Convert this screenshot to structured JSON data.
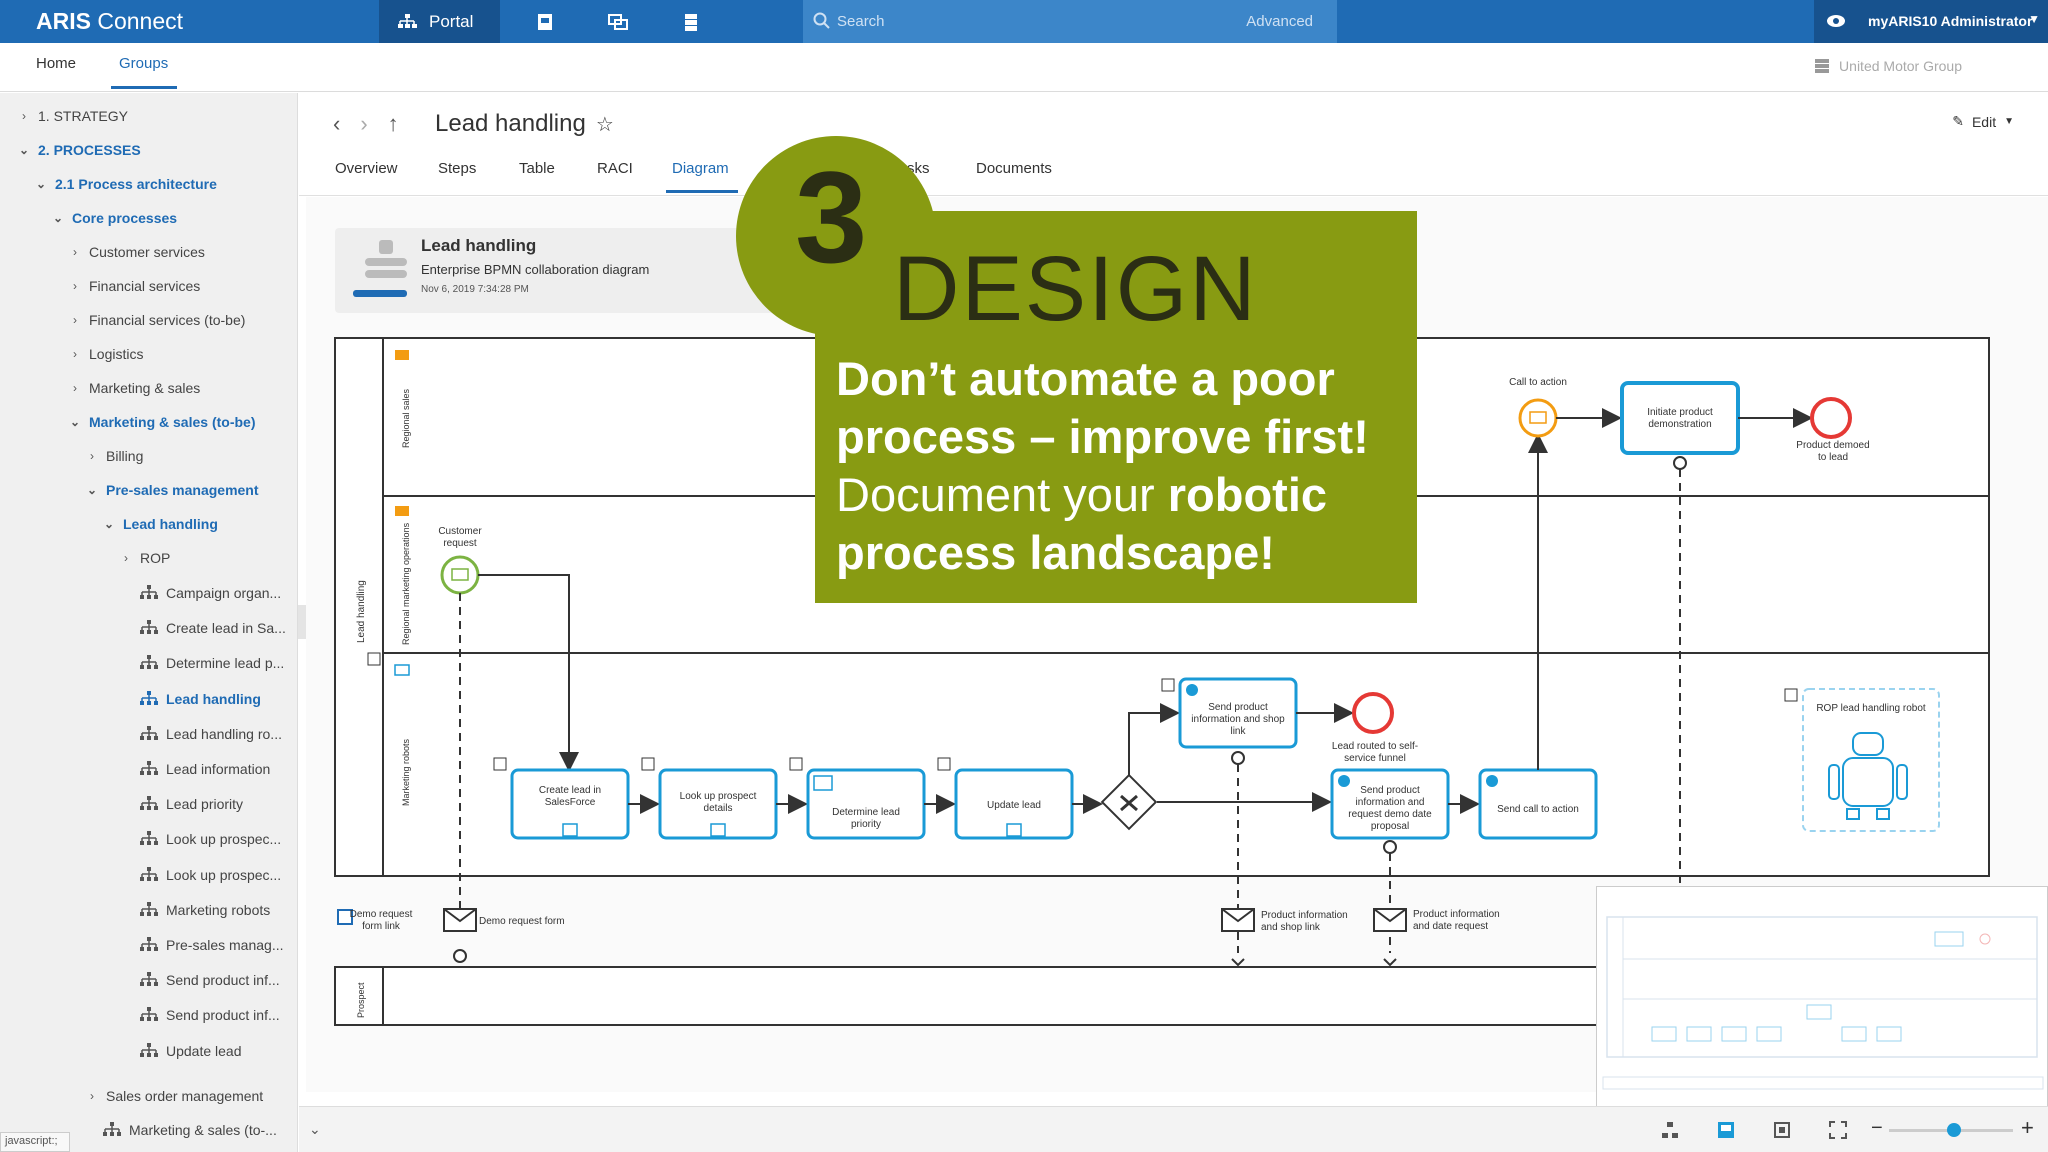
{
  "topbar": {
    "logo_brand": "ARIS",
    "logo_product": " Connect",
    "portal_label": "Portal",
    "search_placeholder": "Search",
    "advanced_label": "Advanced",
    "user_label": "myARIS10 Administrator"
  },
  "subnav": {
    "home": "Home",
    "groups": "Groups",
    "org": "United Motor Group"
  },
  "sidebar": {
    "items": [
      {
        "label": "1. STRATEGY"
      },
      {
        "label": "2. PROCESSES"
      },
      {
        "label": "2.1 Process architecture"
      },
      {
        "label": "Core processes"
      },
      {
        "label": "Customer services"
      },
      {
        "label": "Financial services"
      },
      {
        "label": "Financial services (to-be)"
      },
      {
        "label": "Logistics"
      },
      {
        "label": "Marketing & sales"
      },
      {
        "label": "Marketing & sales (to-be)"
      },
      {
        "label": "Billing"
      },
      {
        "label": "Pre-sales management"
      },
      {
        "label": "Lead handling"
      },
      {
        "label": "ROP"
      },
      {
        "label": "Campaign organ..."
      },
      {
        "label": "Create lead in Sa..."
      },
      {
        "label": "Determine lead p..."
      },
      {
        "label": "Lead handling"
      },
      {
        "label": "Lead handling ro..."
      },
      {
        "label": "Lead information"
      },
      {
        "label": "Lead priority"
      },
      {
        "label": "Look up prospec..."
      },
      {
        "label": "Look up prospec..."
      },
      {
        "label": "Marketing robots"
      },
      {
        "label": "Pre-sales manag..."
      },
      {
        "label": "Send product inf..."
      },
      {
        "label": "Send product inf..."
      },
      {
        "label": "Update lead"
      },
      {
        "label": "Sales order management"
      },
      {
        "label": "Marketing & sales (to-..."
      }
    ],
    "status_text": "javascript:;"
  },
  "content": {
    "title": "Lead handling",
    "edit_label": "Edit",
    "tabs": [
      {
        "label": "Overview"
      },
      {
        "label": "Steps"
      },
      {
        "label": "Table"
      },
      {
        "label": "RACI"
      },
      {
        "label": "Diagram"
      },
      {
        "label": "sks"
      },
      {
        "label": "Documents"
      }
    ]
  },
  "model_card": {
    "name": "Lead handling",
    "type": "Enterprise BPMN collaboration diagram",
    "date": "Nov 6, 2019 7:34:28 PM"
  },
  "diagram": {
    "pool_label": "Lead handling",
    "lanes": [
      "Regional sales",
      "Regional marketing operations",
      "Marketing robots"
    ],
    "prospect_pool": "Prospect",
    "nodes": {
      "customer_request": [
        "Customer",
        "request"
      ],
      "create_lead": [
        "Create lead in",
        "SalesForce"
      ],
      "lookup": [
        "Look up prospect",
        "details"
      ],
      "determine": [
        "Determine lead",
        "priority"
      ],
      "update": [
        "Update lead"
      ],
      "send_info": [
        "Send product",
        "information and shop",
        "link"
      ],
      "lead_routed": [
        "Lead routed to self-",
        "service funnel"
      ],
      "send_info_demo": [
        "Send product",
        "information and",
        "request demo date",
        "proposal"
      ],
      "send_call": [
        "Send call to action"
      ],
      "call_to_action": [
        "Call to action"
      ],
      "initiate_demo": [
        "Initiate product",
        "demonstration"
      ],
      "product_demoed": [
        "Product demoed",
        "to lead"
      ],
      "demo_form_link": [
        "Demo request",
        "form link"
      ],
      "demo_form": [
        "Demo request form"
      ],
      "msg_info_shop": [
        "Product information",
        "and shop link"
      ],
      "msg_info_date": [
        "Product information",
        "and date request"
      ],
      "robot_label": [
        "ROP lead handling robot"
      ]
    }
  },
  "overlay": {
    "number": "3",
    "heading": "DESIGN",
    "line1_bold": "Don’t automate a poor process – improve first!",
    "line2_plain": "Document your ",
    "line2_bold": "robotic process landscape!"
  },
  "colors": {
    "brand_blue": "#1f6bb4",
    "overlay_green": "#889b12",
    "task_border": "#1a9ad6",
    "start_green": "#7cb342",
    "intermediate_orange": "#f39c12",
    "end_red": "#e53935"
  }
}
